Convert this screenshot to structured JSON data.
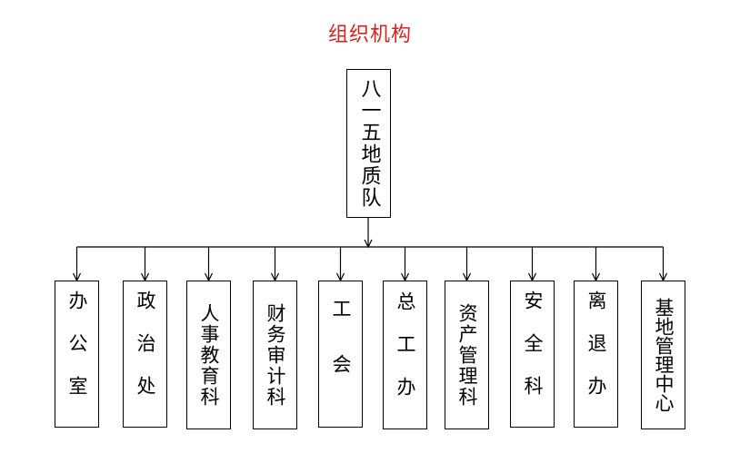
{
  "title": "组织机构",
  "root": {
    "label": "八一五地质队"
  },
  "departments": [
    {
      "label": "办公室",
      "spacing": "wide"
    },
    {
      "label": "政治处",
      "spacing": "wide"
    },
    {
      "label": "人事教育科",
      "spacing": "tight"
    },
    {
      "label": "财务审计科",
      "spacing": "tight"
    },
    {
      "label": "工会",
      "spacing": "wide"
    },
    {
      "label": "总工办",
      "spacing": "wide"
    },
    {
      "label": "资产管理科",
      "spacing": "tight"
    },
    {
      "label": "安全科",
      "spacing": "wide"
    },
    {
      "label": "离退办",
      "spacing": "wide"
    },
    {
      "label": "基地管理中心",
      "spacing": "tight"
    }
  ],
  "colors": {
    "title": "#d8221f",
    "line": "#000000"
  }
}
